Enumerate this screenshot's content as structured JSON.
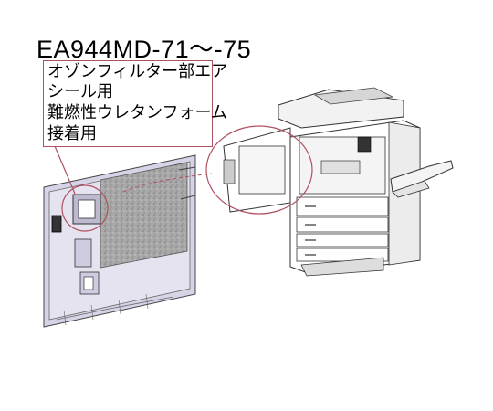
{
  "title": "EA944MD-71～-75",
  "callout": {
    "lines": [
      "オゾンフィルター部エア",
      "シール用",
      "難燃性ウレタンフォーム",
      "接着用"
    ]
  },
  "colors": {
    "callout_border": "#b05060",
    "panel_fill": "#d6d2e6",
    "filter_fill": "#9a9a9a",
    "line": "#333333"
  }
}
